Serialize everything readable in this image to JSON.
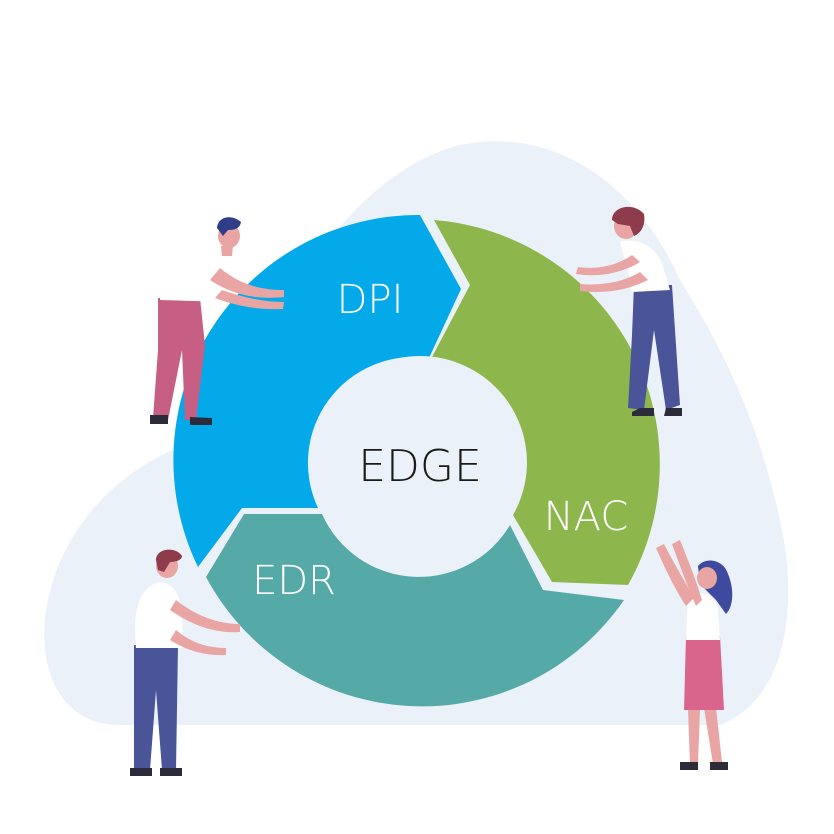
{
  "diagram": {
    "center_label": "EDGE",
    "segments": [
      {
        "id": "dpi",
        "label": "DPI",
        "color": "#03A9E8"
      },
      {
        "id": "nac",
        "label": "NAC",
        "color": "#8DB74D"
      },
      {
        "id": "edr",
        "label": "EDR",
        "color": "#55AAA8"
      }
    ],
    "center_fill": "#EBF1F9",
    "background_cloud_fill": "#EBF1F9",
    "label_color": "#FFFFFF",
    "center_label_color": "#1A1A1A"
  },
  "people": [
    {
      "id": "person-top-left",
      "shirt": "#FFFFFF",
      "pants": "#C75F85",
      "hair": "#2E3D85"
    },
    {
      "id": "person-top-right",
      "shirt": "#FFFFFF",
      "pants": "#4A5599",
      "hair": "#8E3B4C"
    },
    {
      "id": "person-bottom-left",
      "shirt": "#FFFFFF",
      "pants": "#4A5599",
      "hair": "#8E3B4C"
    },
    {
      "id": "person-bottom-right",
      "shirt": "#FFFFFF",
      "skirt": "#D9648C",
      "hair": "#3E4A9E"
    }
  ]
}
